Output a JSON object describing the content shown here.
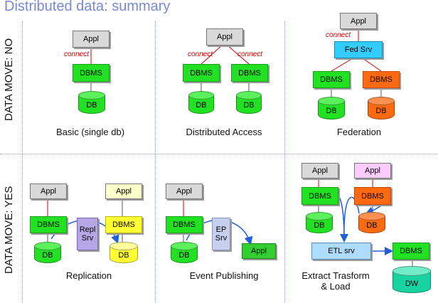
{
  "title": "Distributed data: summary",
  "sides": {
    "top": "DATA MOVE: NO",
    "bottom": "DATA MOVE: YES"
  },
  "connect_label": "connect",
  "labels": {
    "appl": "Appl",
    "dbms": "DBMS",
    "db": "DB",
    "fed_srv": "Fed Srv",
    "repl_srv": "Repl\nSrv",
    "ep_srv": "EP\nSrv",
    "etl_srv": "ETL srv",
    "dw": "DW"
  },
  "captions": {
    "basic": "Basic (single db)",
    "distributed": "Distributed Access",
    "federation": "Federation",
    "replication": "Replication",
    "event": "Event Publishing",
    "etl": "Extract Trasform\n& Load"
  },
  "colors": {
    "green": "#22e022",
    "orange": "#ff6a10",
    "yellow": "#ffff33",
    "cyan": "#33ccff",
    "light_blue": "#aedcff",
    "purple": "#b7a6e6",
    "teal": "#18d2a0",
    "connector_red": "#d40000",
    "arrow_blue": "#1f5fd8",
    "title_blue": "#7a88d6"
  }
}
